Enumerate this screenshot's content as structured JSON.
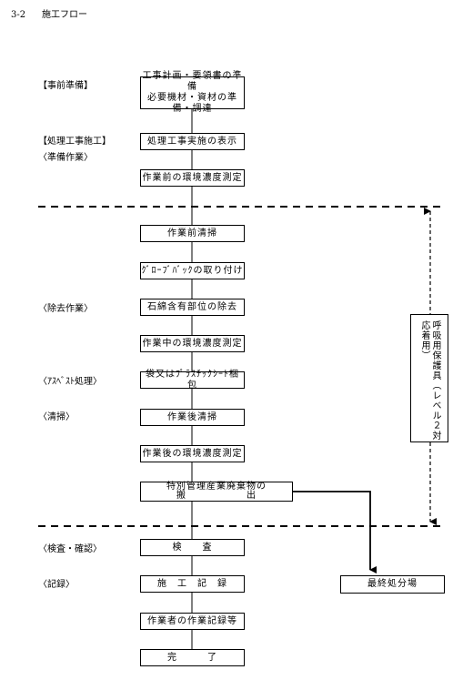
{
  "header": {
    "number": "3-2",
    "title": "施工フロー"
  },
  "labels": {
    "pre_prep": "【事前準備】",
    "process_work": "【処理工事施工】",
    "prep_work": "〈準備作業〉",
    "removal_work": "〈除去作業〉",
    "asbestos_processing": "〈ｱｽﾍﾞｽﾄ処理〉",
    "cleaning": "〈清掃〉",
    "inspection": "〈検査・確認〉",
    "record": "〈記録〉"
  },
  "boxes": {
    "plan_line1": "工事計画・要領書の準備",
    "plan_line2": "必要機材・資材の準備・調達",
    "display": "処理工事実施の表示",
    "measure_before": "作業前の環境濃度測定",
    "clean_before": "作業前清掃",
    "glove_bag": "ｸﾞﾛｰﾌﾞﾊﾞｯｸの取り付け",
    "remove": "石綿含有部位の除去",
    "measure_during": "作業中の環境濃度測定",
    "bag_pack": "袋又はﾌﾟﾗｽﾁｯｸｼｰﾄ梱包",
    "clean_after": "作業後清掃",
    "measure_after": "作業後の環境濃度測定",
    "waste_line1": "特別管理産業廃棄物の",
    "waste_line2": "搬　　　　　　出",
    "inspect": "検　　査",
    "record": "施　工　記　録",
    "worker_record": "作業者の作業記録等",
    "complete": "完　　　了",
    "final_disposal": "最終処分場"
  },
  "side_note": "呼吸用保護具（レベル２対応着用）"
}
